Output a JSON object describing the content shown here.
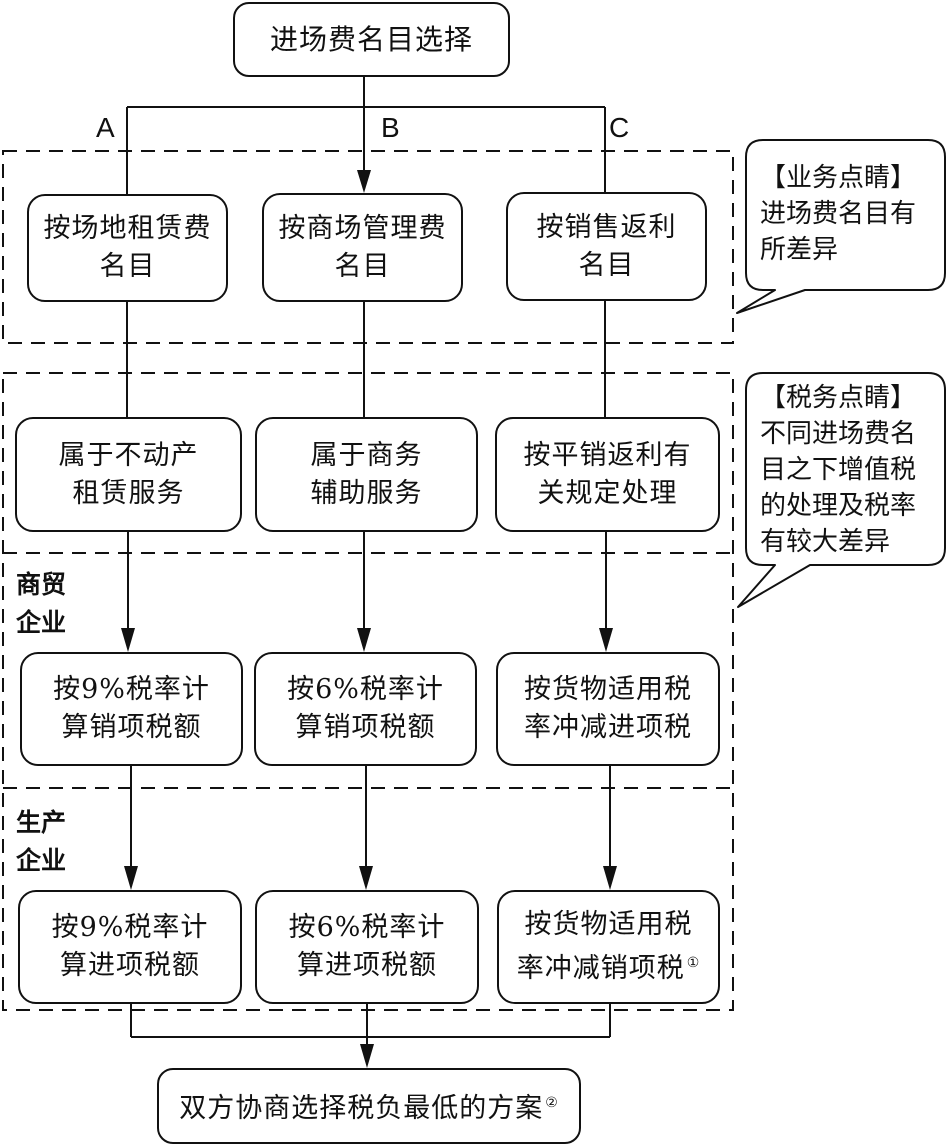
{
  "diagram": {
    "title_box": "进场费名目选择",
    "branch_labels": [
      "A",
      "B",
      "C"
    ],
    "row1": [
      "按场地租赁费\n名目",
      "按商场管理费\n名目",
      "按销售返利\n名目"
    ],
    "row2": [
      "属于不动产\n租赁服务",
      "属于商务\n辅助服务",
      "按平销返利有\n关规定处理"
    ],
    "section_commerce": "商贸\n企业",
    "row3": [
      "按9%税率计\n算销项税额",
      "按6%税率计\n算销项税额",
      "按货物适用税\n率冲减进项税"
    ],
    "section_production": "生产\n企业",
    "row4": [
      "按9%税率计\n算进项税额",
      "按6%税率计\n算进项税额",
      "按货物适用税\n率冲减销项税"
    ],
    "row4_c_footnote": "①",
    "final_box": "双方协商选择税负最低的方案",
    "final_box_footnote": "②",
    "callout_business": "【业务点睛】\n进场费名目有\n所差异",
    "callout_tax": "【税务点睛】\n不同进场费名\n目之下增值税\n的处理及税率\n有较大差异"
  }
}
